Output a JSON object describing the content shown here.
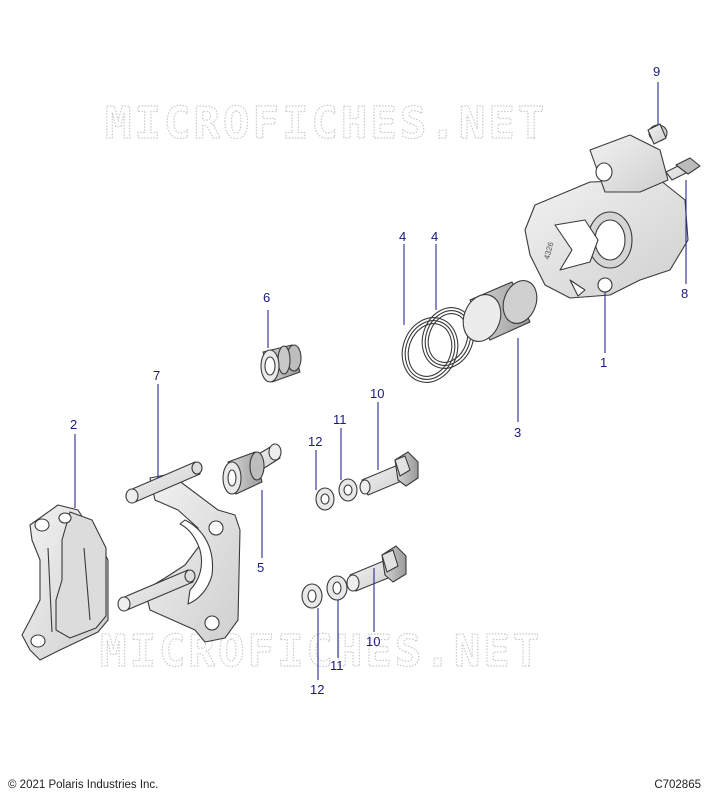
{
  "watermark": "MICROFICHES.NET",
  "callouts": [
    {
      "id": "1",
      "label": "1"
    },
    {
      "id": "2",
      "label": "2"
    },
    {
      "id": "3",
      "label": "3"
    },
    {
      "id": "4a",
      "label": "4"
    },
    {
      "id": "4b",
      "label": "4"
    },
    {
      "id": "5",
      "label": "5"
    },
    {
      "id": "6",
      "label": "6"
    },
    {
      "id": "7",
      "label": "7"
    },
    {
      "id": "8",
      "label": "8"
    },
    {
      "id": "9",
      "label": "9"
    },
    {
      "id": "10a",
      "label": "10"
    },
    {
      "id": "10b",
      "label": "10"
    },
    {
      "id": "11a",
      "label": "11"
    },
    {
      "id": "11b",
      "label": "11"
    },
    {
      "id": "12a",
      "label": "12"
    },
    {
      "id": "12b",
      "label": "12"
    }
  ],
  "casting_mark": "4326",
  "footer": {
    "copyright": "© 2021 Polaris Industries Inc.",
    "code": "C702865"
  },
  "colors": {
    "part_fill": "#e6e6e6",
    "part_stroke": "#3a3a3a",
    "callout": "#1a1a80",
    "watermark": "#c9c9c9"
  }
}
